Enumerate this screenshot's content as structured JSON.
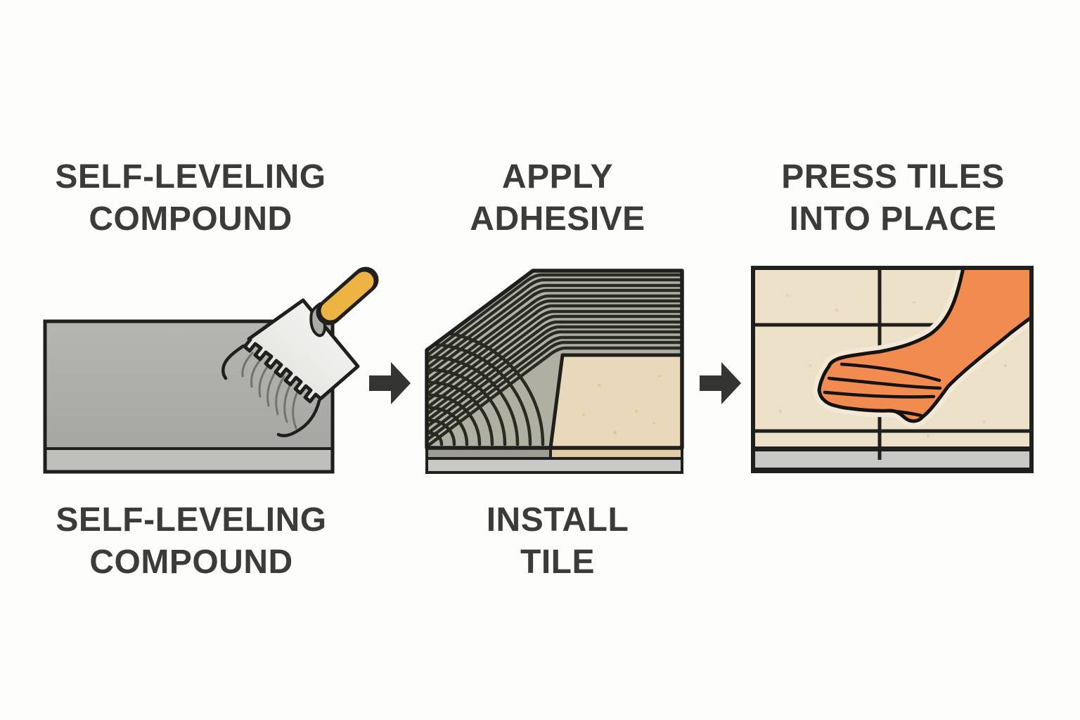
{
  "title": "Tile installation steps diagram",
  "steps": [
    {
      "id": "step-1",
      "top": [
        "SELF-LEVELING",
        "COMPOUND"
      ],
      "bottom": [
        "SELF-LEVELING",
        "COMPOUND"
      ],
      "illustration": "notched-trowel-spreading-compound"
    },
    {
      "id": "step-2",
      "top": [
        "APPLY",
        "ADHESIVE"
      ],
      "bottom": [
        "INSTALL",
        "TILE"
      ],
      "illustration": "combed-adhesive-bed-with-tile"
    },
    {
      "id": "step-3",
      "top": [
        "PRESS TILES",
        "INTO PLACE"
      ],
      "bottom": [],
      "illustration": "hand-pressing-tiles"
    }
  ],
  "icons": {
    "between_steps": "right-arrow"
  },
  "colors": {
    "background": "#fdfdfb",
    "text": "#3b3b39",
    "outline": "#1f1f1d",
    "slab_gray": "#acaca8",
    "slab_base": "#bfbfbb",
    "adhesive": "#afafa2",
    "ridge_line": "#2a2a24",
    "tile": "#e9d8b9",
    "tile_face": "#dfcba6",
    "tile_light": "#ece0c9",
    "base_gray": "#c8c8c4",
    "hand": "#f18b50",
    "halo": "#f2e8d6",
    "handle": "#edb443",
    "arrow": "#343432"
  }
}
